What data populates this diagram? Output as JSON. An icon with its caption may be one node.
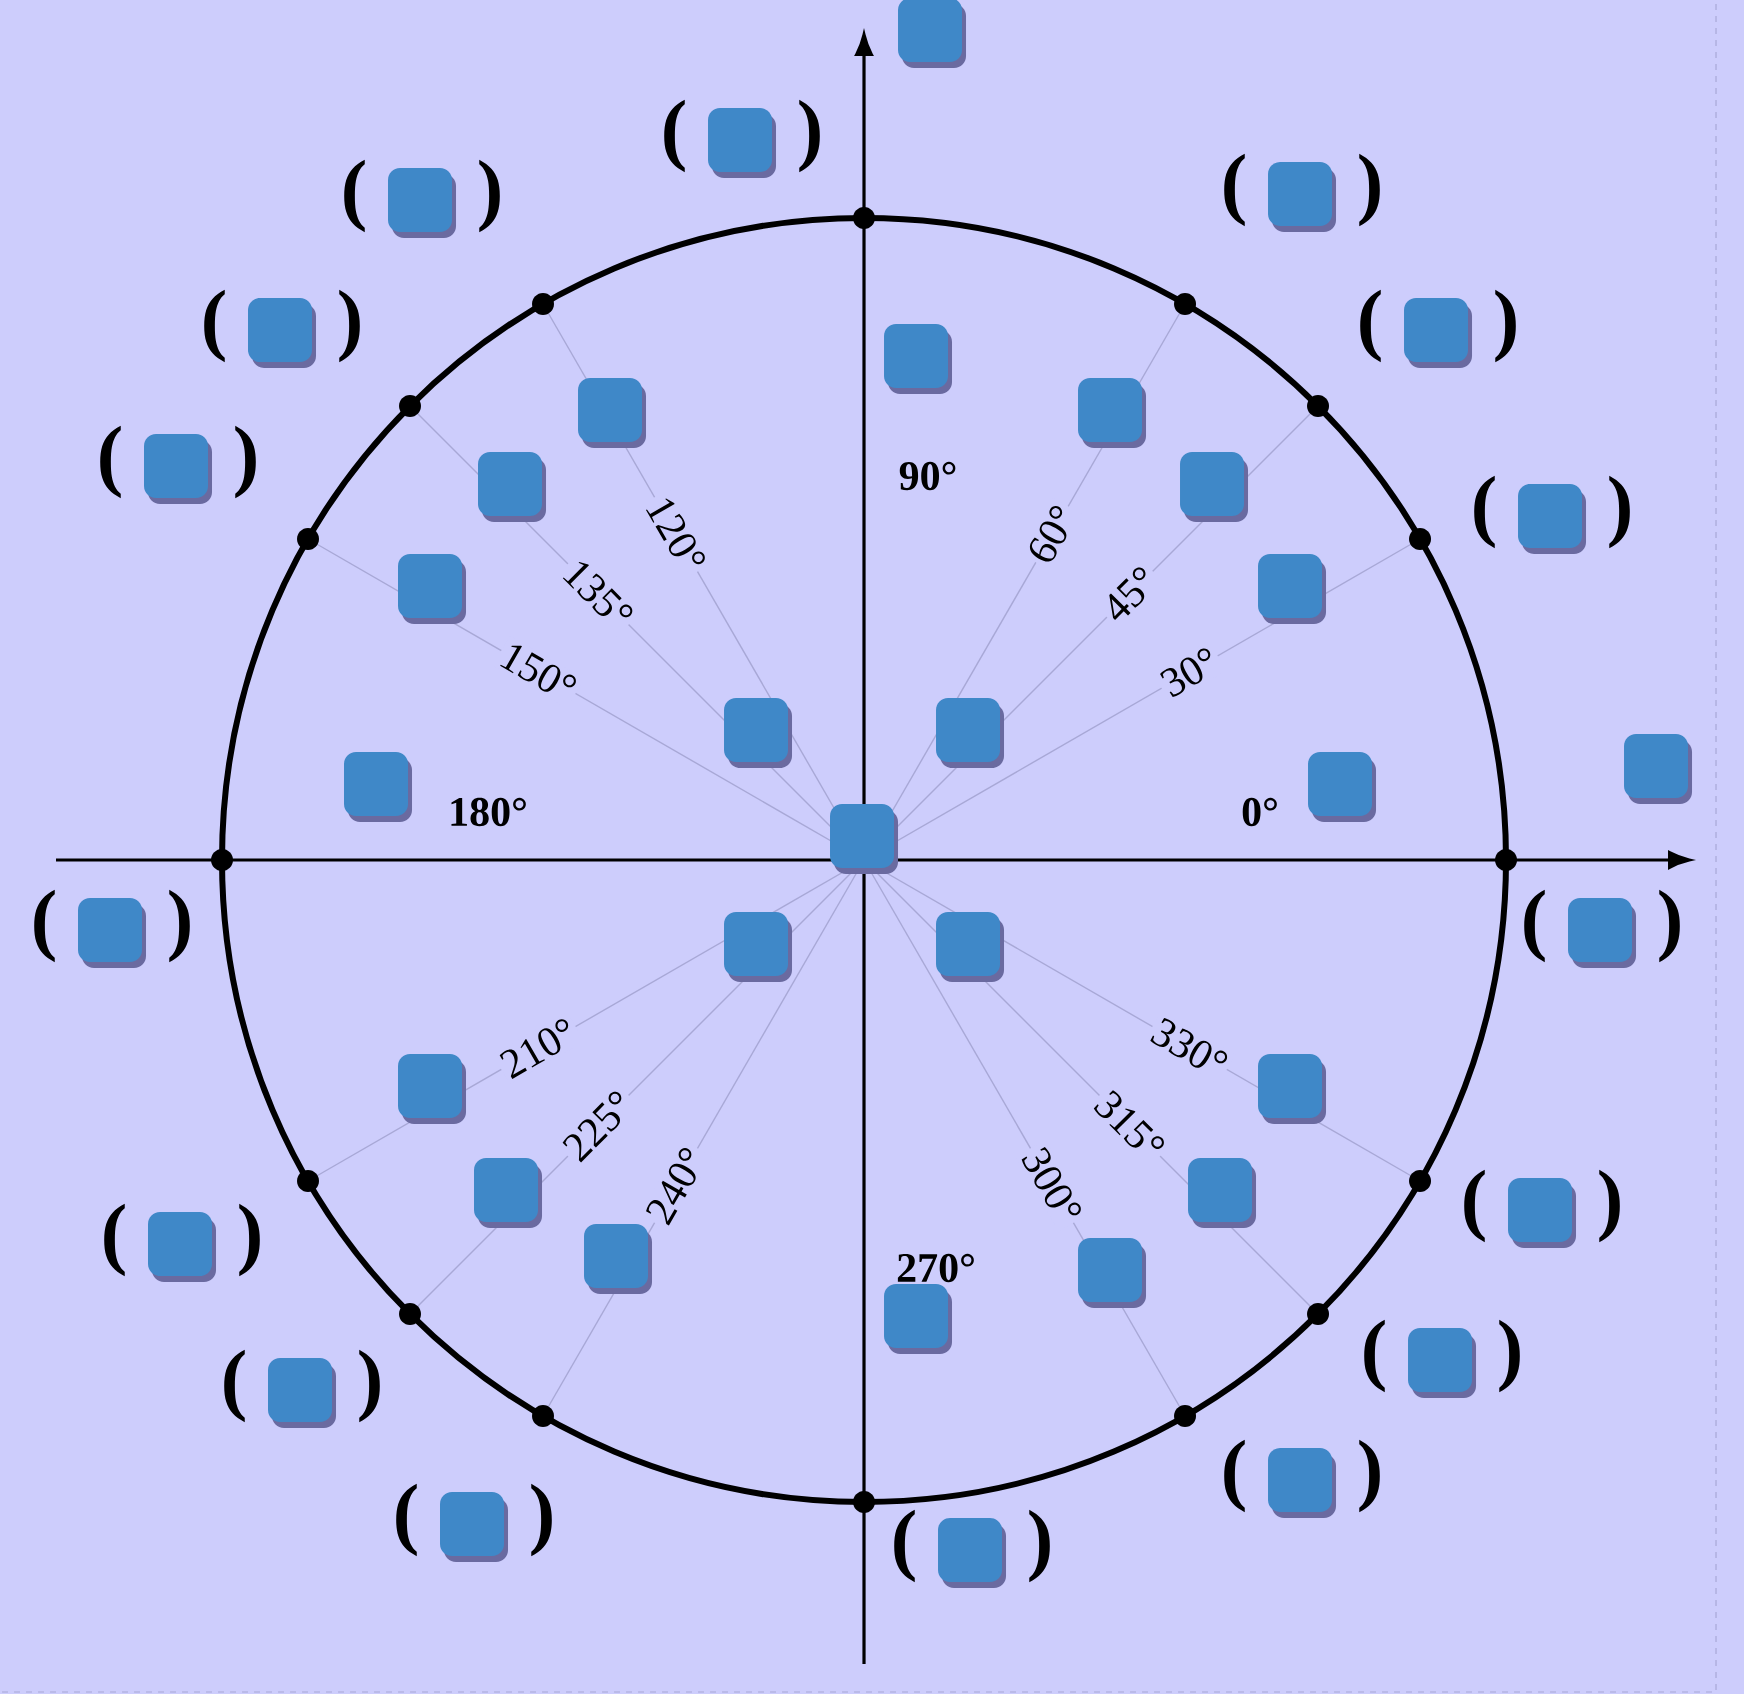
{
  "diagram": {
    "labels": [
      "90°",
      "120°",
      "60°",
      "135°",
      "45°",
      "150°",
      "30°",
      "180°",
      "0°",
      "210°",
      "330°",
      "225°",
      "315°",
      "240°",
      "300°",
      "270°",
      "(",
      ")",
      "(",
      ")",
      "(",
      ")",
      "(",
      ")",
      "(",
      ")",
      "(",
      ")",
      "(",
      ")",
      "(",
      ")",
      "(",
      ")",
      "(",
      ")",
      "(",
      ")",
      "(",
      ")",
      "(",
      ")",
      "(",
      ")",
      "(",
      ")",
      "(",
      ")"
    ]
  }
}
